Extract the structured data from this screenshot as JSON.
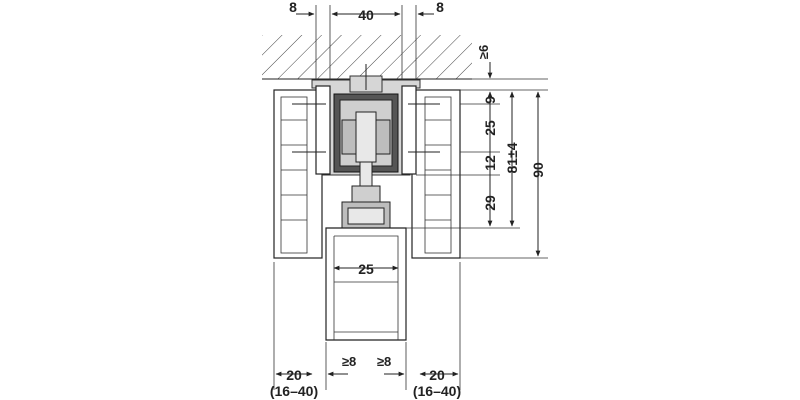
{
  "dimensions": {
    "top_left_gap": "8",
    "top_width": "40",
    "top_right_gap": "8",
    "ceiling_gap": "≥6",
    "right_9": "9",
    "right_25": "25",
    "right_12": "12",
    "right_29": "29",
    "right_81": "81±4",
    "right_90": "90",
    "inner_width": "25",
    "bottom_left_20": "20",
    "bottom_left_range": "(16–40)",
    "bottom_left_min": "≥8",
    "bottom_right_min": "≥8",
    "bottom_right_20": "20",
    "bottom_right_range": "(16–40)"
  },
  "colors": {
    "line": "#222222",
    "hatch": "#444444",
    "profile_fill": "#d6d6d6",
    "dark_fill": "#555555"
  }
}
